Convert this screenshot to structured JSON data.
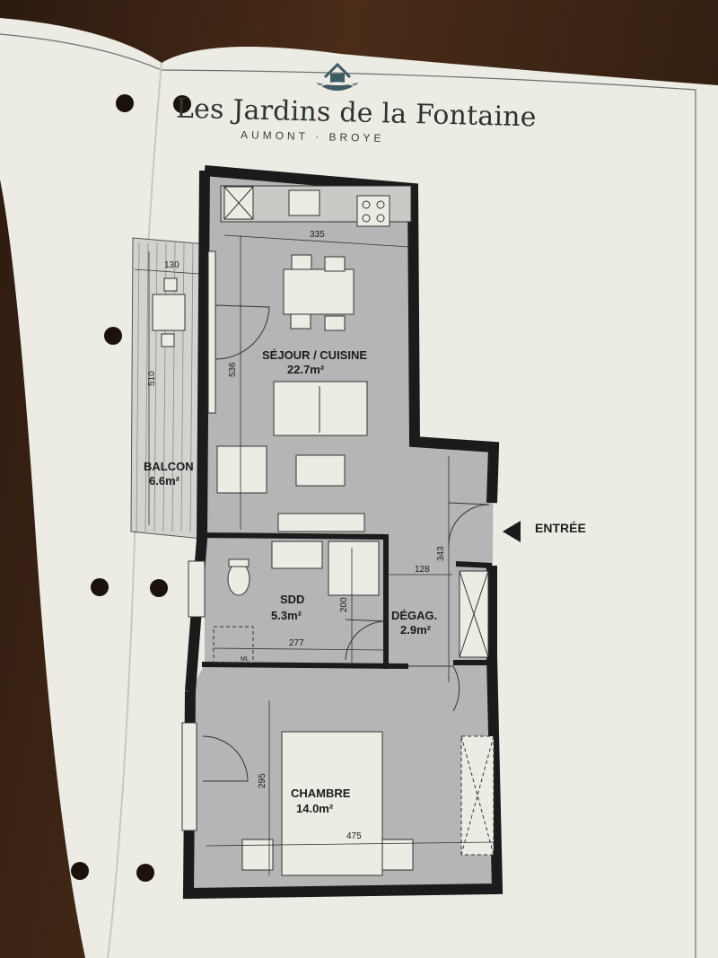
{
  "header": {
    "title": "Les Jardins de la Fontaine",
    "subtitle": "AUMONT · BROYE"
  },
  "rooms": [
    {
      "name": "SÉJOUR / CUISINE",
      "area": "22.7m²"
    },
    {
      "name": "BALCON",
      "area": "6.6m²"
    },
    {
      "name": "SDD",
      "area": "5.3m²"
    },
    {
      "name": "DÉGAG.",
      "area": "2.9m²"
    },
    {
      "name": "CHAMBRE",
      "area": "14.0m²"
    }
  ],
  "dimensions": {
    "sejour_width": "335",
    "sejour_height": "536",
    "balcon_width": "130",
    "balcon_height": "510",
    "degag_height": "343",
    "degag_width": "128",
    "sdd_height": "200",
    "sdd_width": "277",
    "chambre_height": "295",
    "chambre_width": "475"
  },
  "labels": {
    "entry": "ENTRÉE",
    "ml": "ML"
  },
  "colors": {
    "paper": "#efede6",
    "floor": "#b5b5b5",
    "wall": "#1b1b1b",
    "balcony": "#d2d2cf",
    "logo": "#3e5a63"
  }
}
